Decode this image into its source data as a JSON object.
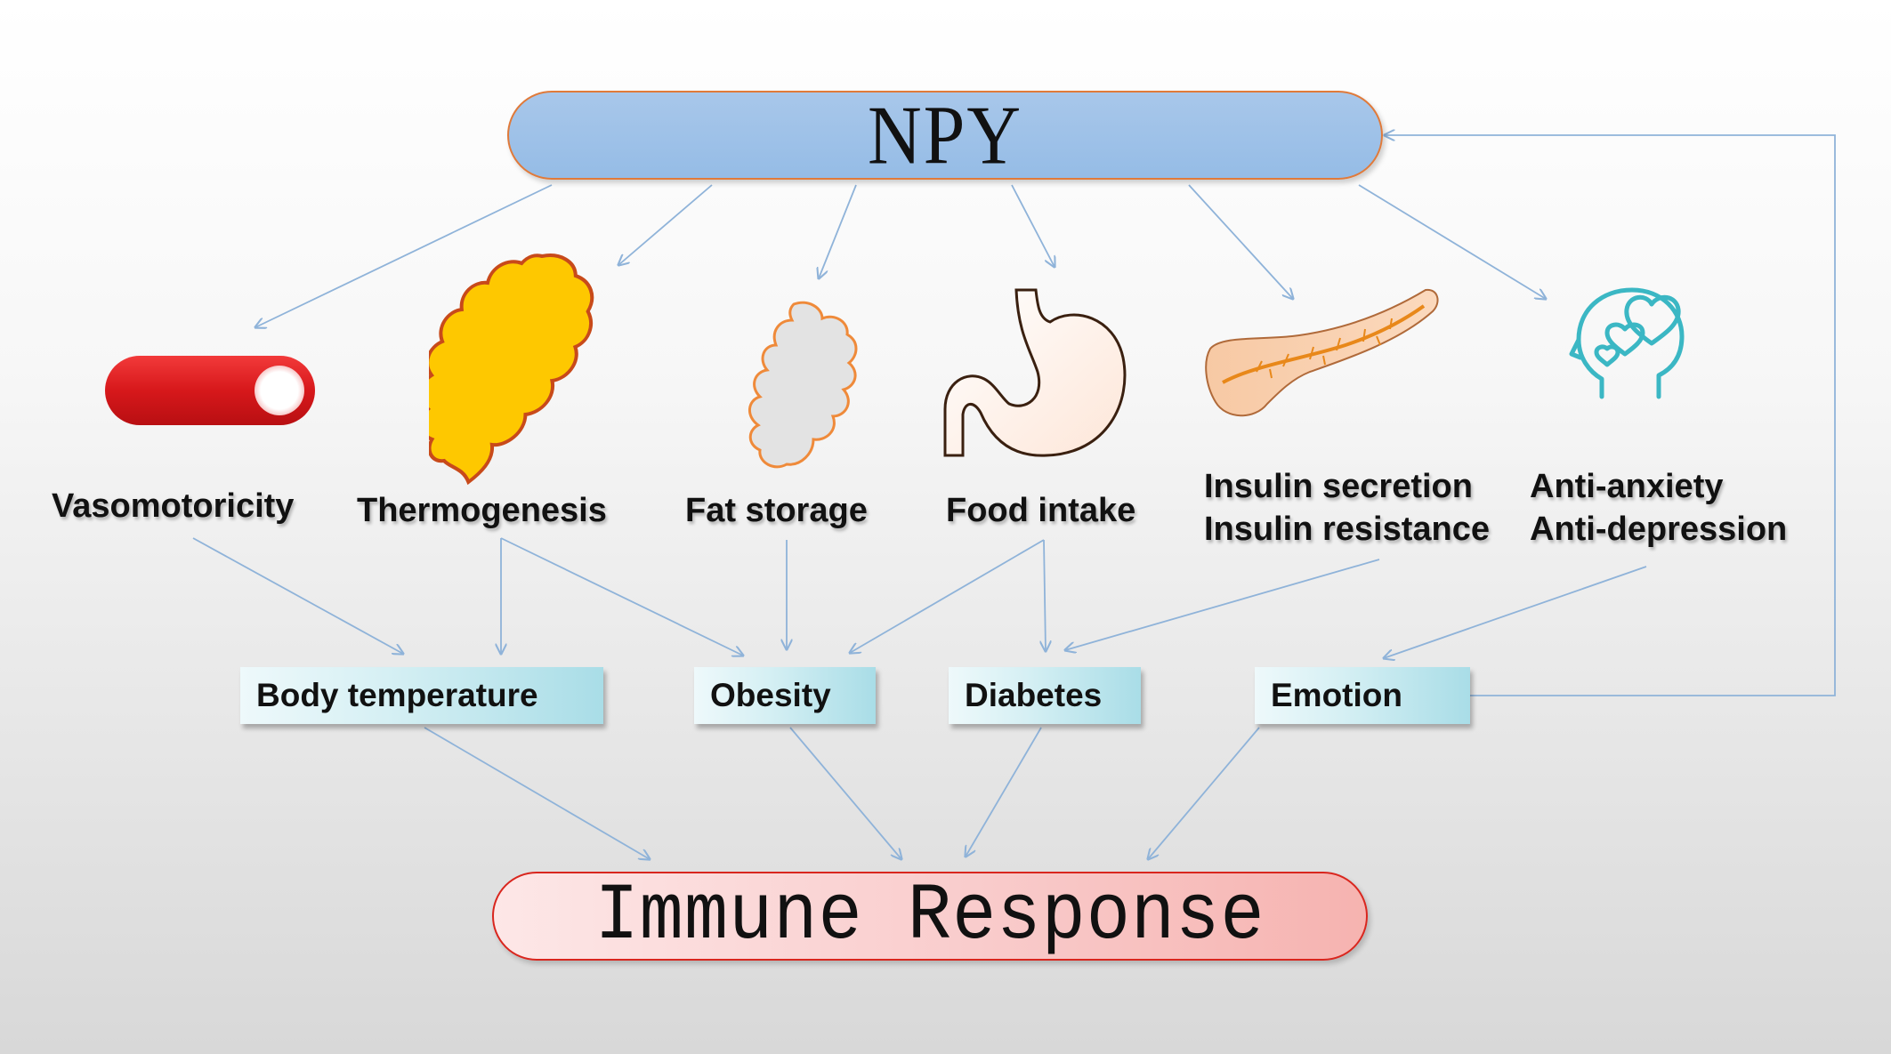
{
  "top_node": {
    "label": "NPY"
  },
  "bottom_node": {
    "label": "Immune Response"
  },
  "factors": [
    {
      "id": "vasomotoricity",
      "lines": [
        "Vasomotoricity"
      ],
      "icon": "pill-capsule-icon"
    },
    {
      "id": "thermogenesis",
      "lines": [
        "Thermogenesis"
      ],
      "icon": "brown-fat-icon"
    },
    {
      "id": "fat-storage",
      "lines": [
        "Fat storage"
      ],
      "icon": "white-fat-icon"
    },
    {
      "id": "food-intake",
      "lines": [
        "Food intake"
      ],
      "icon": "stomach-icon"
    },
    {
      "id": "insulin",
      "lines": [
        "Insulin secretion",
        "Insulin resistance"
      ],
      "icon": "pancreas-icon"
    },
    {
      "id": "emotion-effects",
      "lines": [
        "Anti-anxiety",
        "Anti-depression"
      ],
      "icon": "head-hearts-icon"
    }
  ],
  "outcomes": [
    {
      "id": "body-temperature",
      "label": "Body temperature"
    },
    {
      "id": "obesity",
      "label": "Obesity"
    },
    {
      "id": "diabetes",
      "label": "Diabetes"
    },
    {
      "id": "emotion",
      "label": "Emotion"
    }
  ],
  "colors": {
    "arrow": "#8fb3d9",
    "top_fill": "#9dc1e8",
    "top_border": "#e07a3a",
    "bottom_fill": "#f8c3c0",
    "bottom_border": "#d9261e",
    "box_fill": "#bfe6ee"
  }
}
